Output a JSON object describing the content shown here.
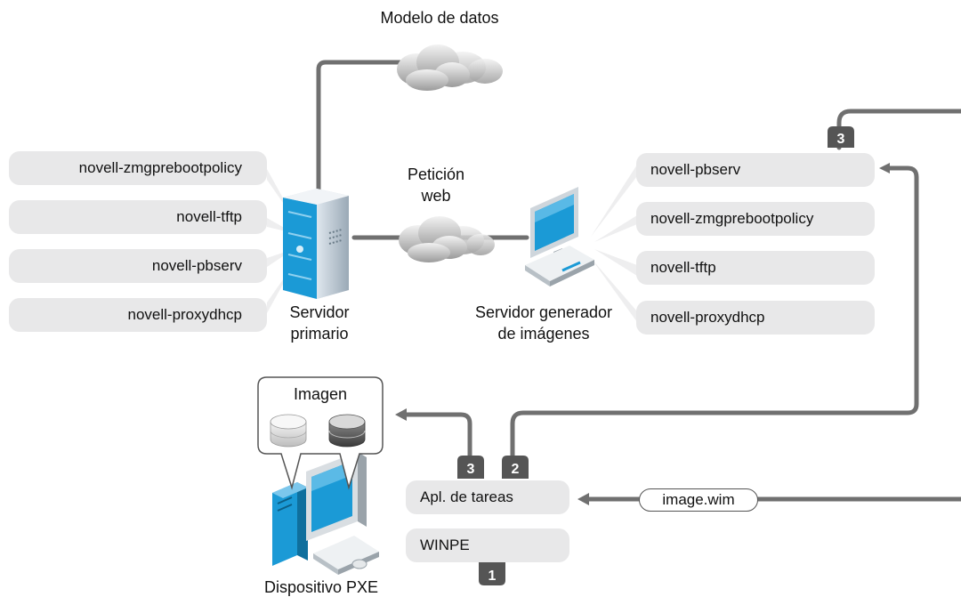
{
  "labels": {
    "data_model": "Modelo de datos",
    "web_request_line1": "Petición",
    "web_request_line2": "web",
    "primary_server_line1": "Servidor",
    "primary_server_line2": "primario",
    "imaging_server_line1": "Servidor generador",
    "imaging_server_line2": "de imágenes",
    "image": "Imagen",
    "pxe_device": "Dispositivo PXE",
    "image_file": "image.wim"
  },
  "primary_services": [
    "novell-zmgprebootpolicy",
    "novell-tftp",
    "novell-pbserv",
    "novell-proxydhcp"
  ],
  "imaging_services": [
    "novell-pbserv",
    "novell-zmgprebootpolicy",
    "novell-tftp",
    "novell-proxydhcp"
  ],
  "device_stack": [
    "Apl. de tareas",
    "WINPE"
  ],
  "steps": {
    "pbserv": "3",
    "image_return": "3",
    "task_request": "2",
    "winpe": "1"
  },
  "colors": {
    "line": "#707070",
    "badge": "#555555",
    "box": "#e8e8e9",
    "screen": "#1b9ad6"
  }
}
